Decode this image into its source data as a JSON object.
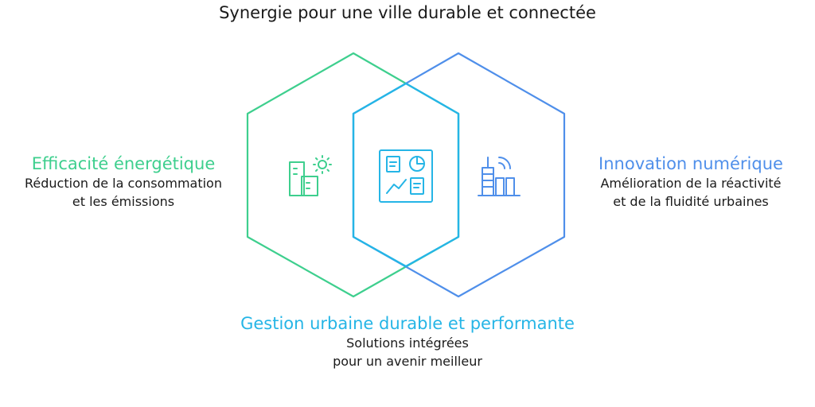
{
  "title": "Synergie pour une ville durable et connectée",
  "colors": {
    "green": "#3ecf8e",
    "blue": "#4f8fea",
    "cyan": "#25b5e6",
    "text": "#1a1a1a"
  },
  "left": {
    "heading": "Efficacité énergétique",
    "lines": [
      "Réduction de la consommation",
      "et les émissions"
    ],
    "icon": "building-sun-icon"
  },
  "right": {
    "heading": "Innovation numérique",
    "lines": [
      "Amélioration de la réactivité",
      "et de la fluidité urbaines"
    ],
    "icon": "antenna-city-icon"
  },
  "center": {
    "heading": "Gestion urbaine durable et performante",
    "lines": [
      "Solutions intégrées",
      "pour un avenir meilleur"
    ],
    "icon": "dashboard-icon"
  }
}
